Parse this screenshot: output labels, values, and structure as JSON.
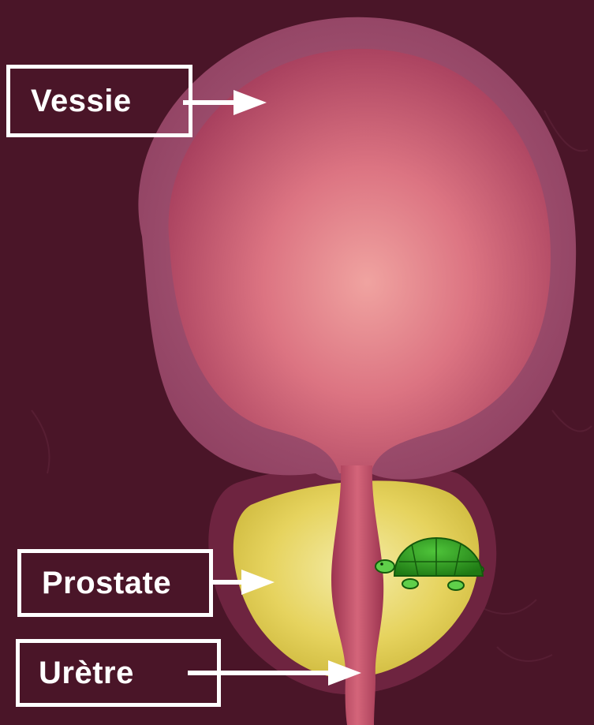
{
  "labels": {
    "bladder": "Vessie",
    "prostate": "Prostate",
    "urethra": "Urètre"
  },
  "colors": {
    "background": "#4a1528",
    "bladder_wall": "#9a4a6a",
    "bladder_inner": "#d8687c",
    "prostate": "#e6d35e",
    "urethra": "#c24a62",
    "turtle": "#2f9c1e",
    "label": "#ffffff"
  },
  "icons": {
    "turtle": "turtle-icon"
  }
}
